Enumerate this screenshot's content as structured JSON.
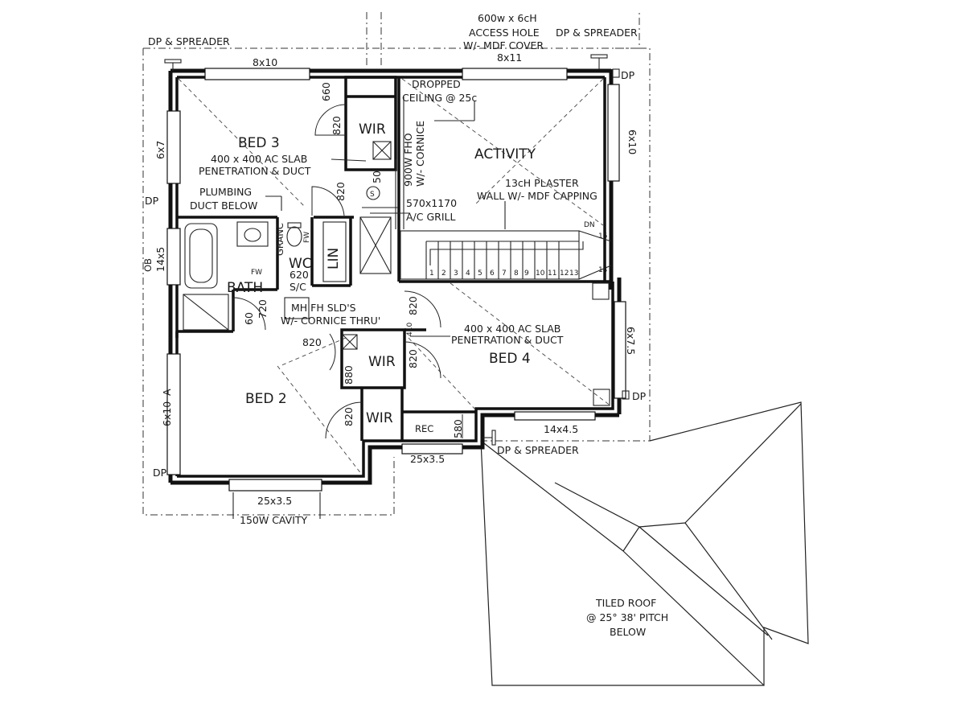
{
  "rooms": {
    "bed3": "BED 3",
    "activity": "ACTIVITY",
    "bed2": "BED 2",
    "bed4": "BED 4",
    "bath": "BATH",
    "wc": "WC",
    "lin": "LIN",
    "wir_top": "WIR",
    "wir_mid": "WIR",
    "wir_low": "WIR",
    "rec": "REC"
  },
  "notes": {
    "access_hole_1": "600w x 6cH",
    "access_hole_2": "ACCESS HOLE",
    "access_hole_3": "W/- MDF COVER",
    "dp_spreader_tl": "DP & SPREADER",
    "dp_spreader_tr": "DP & SPREADER",
    "dp_spreader_br": "DP & SPREADER",
    "dropped_1": "DROPPED",
    "dropped_2": "CEILING @ 25c",
    "ac_slab_1a": "400 x 400 AC SLAB",
    "ac_slab_1b": "PENETRATION & DUCT",
    "ac_slab_2a": "400 x 400 AC SLAB",
    "ac_slab_2b": "PENETRATION & DUCT",
    "plumbing_1": "PLUMBING",
    "plumbing_2": "DUCT BELOW",
    "fho_1": "900W FHO",
    "fho_2": "W/- CORNICE",
    "grill_1": "570x1170",
    "grill_2": "A/C GRILL",
    "plaster_1": "13cH PLASTER",
    "plaster_2": "WALL W/- MDF CAPPING",
    "mh_1": "MH FH SLD'S",
    "mh_2": "W/- CORNICE THRU'",
    "sc_1": "620",
    "sc_2": "S/C",
    "granny": "GRANC",
    "fw_1": "FW",
    "fw_2": "FW",
    "cavity": "150W CAVITY",
    "tiled_1": "TILED ROOF",
    "tiled_2": "@ 25° 38' PITCH",
    "tiled_3": "BELOW",
    "dn": "DN",
    "smoke": "S",
    "ob": "OB"
  },
  "windows": {
    "w_top_left": "8x10",
    "w_top_right": "8x11",
    "w_left_top": "6x7",
    "w_left_bath": "14x5",
    "w_left_bed2": "6x10",
    "w_bottom_bed2": "25x3.5",
    "w_bottom_rec": "25x3.5",
    "w_bottom_bed4": "14x4.5",
    "w_right_top": "6x10",
    "w_right_bed4": "6x7.5"
  },
  "dp_marks": {
    "dp_right_top": "DP",
    "dp_left_mid": "DP",
    "dp_left_bottom": "DP",
    "dp_right_bottom": "DP",
    "a_mark": "A"
  },
  "dimensions": {
    "d660": "660",
    "d820_wir": "820",
    "d820_bed3": "820",
    "d50": "50",
    "d720": "720",
    "d820_hall": "820",
    "d820_bed4": "820",
    "d820_wir2": "820",
    "d880": "880",
    "d820_bed2": "820",
    "d580": "580",
    "d410": "410",
    "d60": "60"
  },
  "stairs": {
    "steps": [
      "1",
      "2",
      "3",
      "4",
      "5",
      "6",
      "7",
      "8",
      "9",
      "10",
      "11",
      "12",
      "13",
      "14",
      "15"
    ]
  }
}
